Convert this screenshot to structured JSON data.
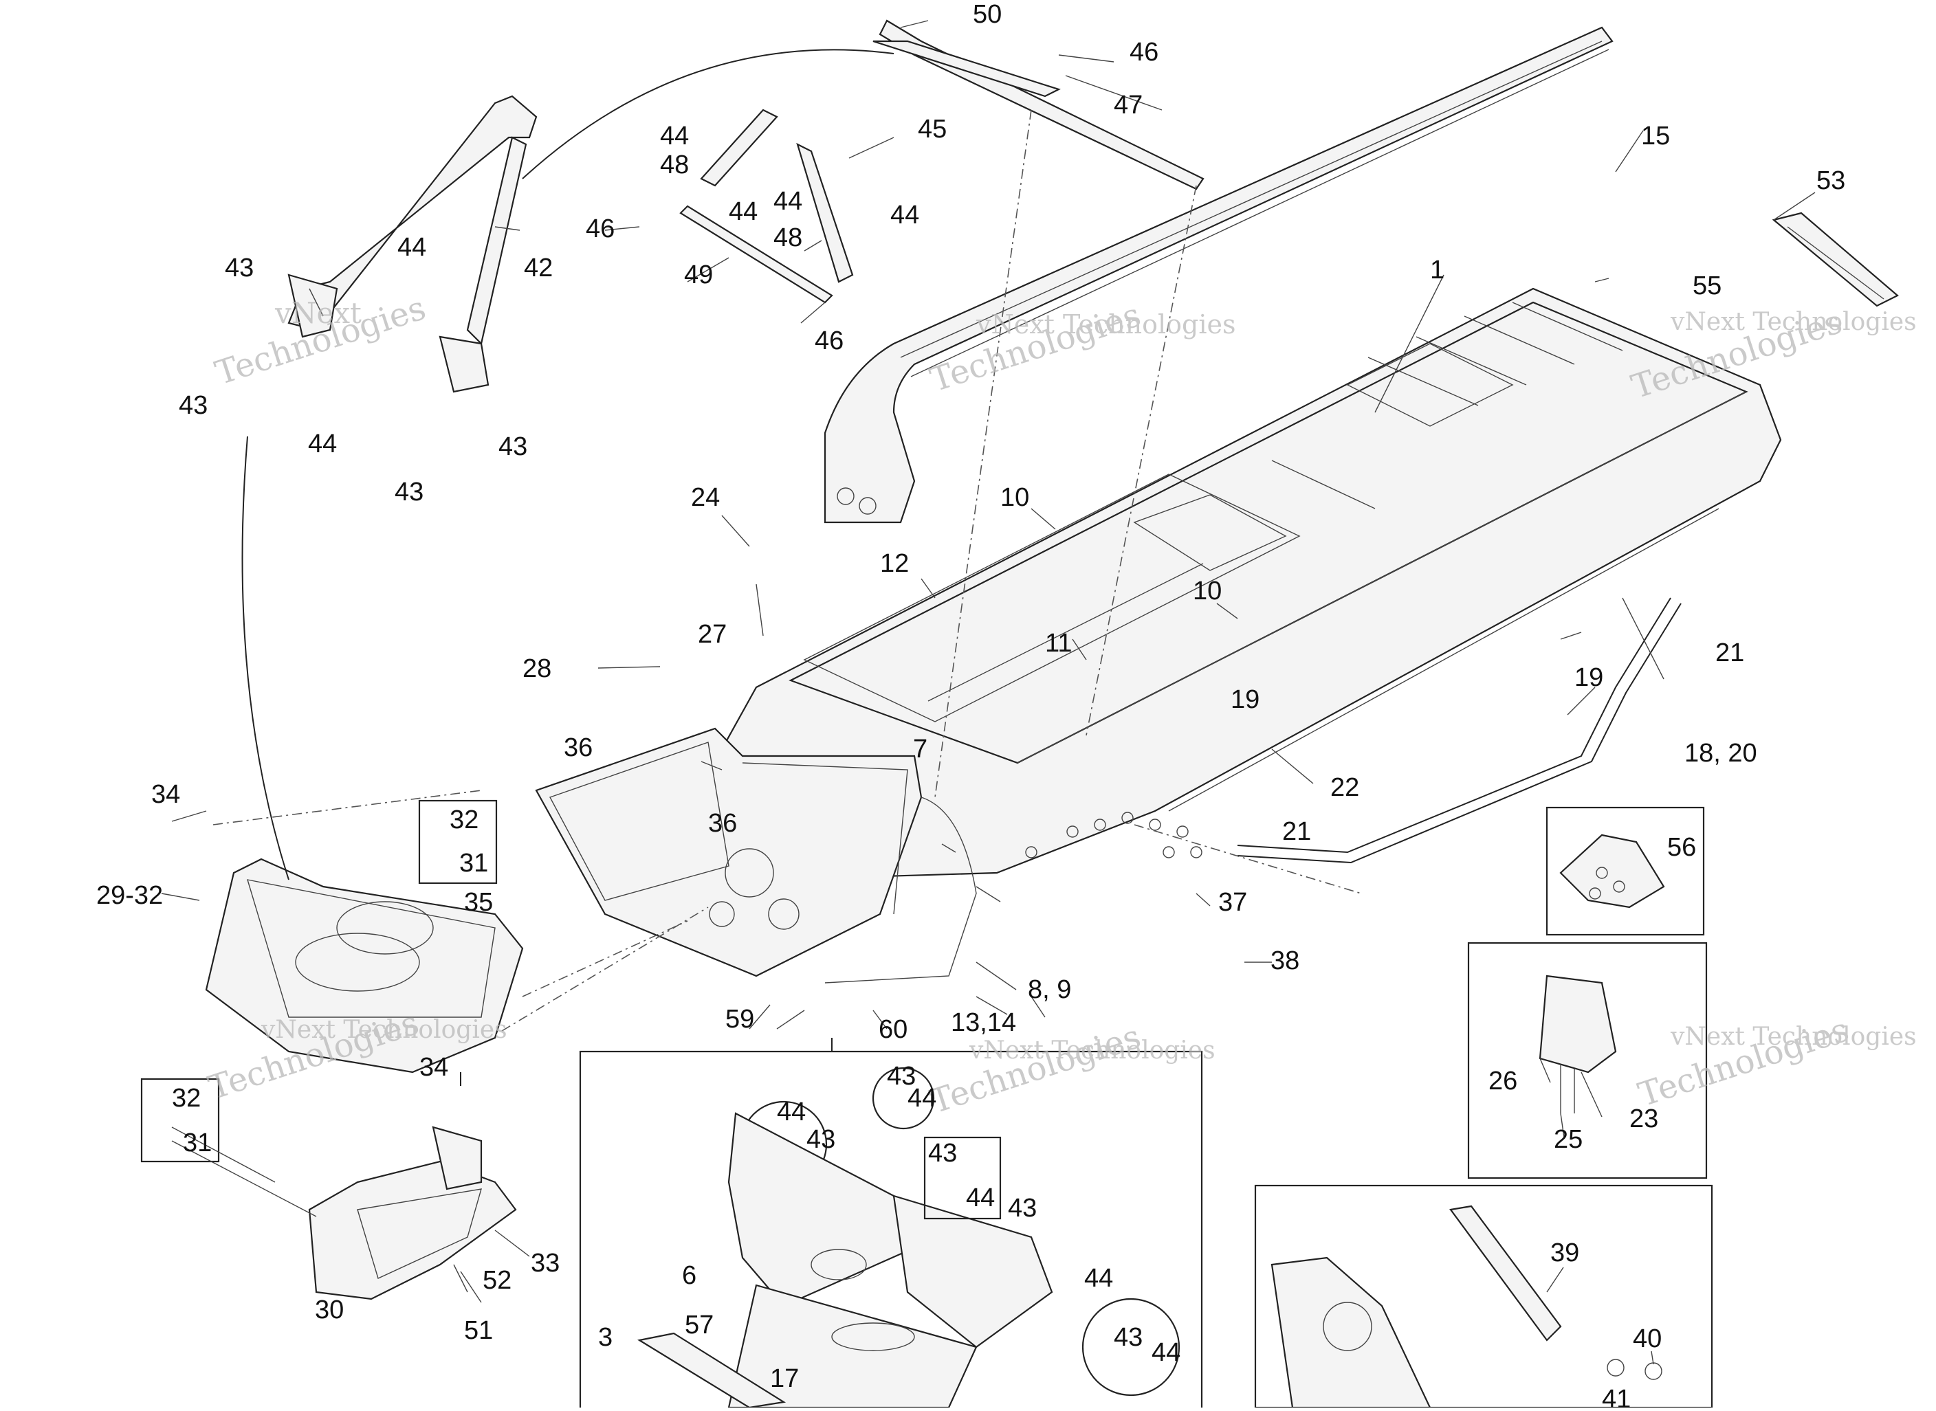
{
  "watermark": {
    "text_a": "vNext",
    "text_b": "Technologies",
    "text_full": "vNext Technologies"
  },
  "callouts": {
    "c1": "1",
    "c3": "3",
    "c6": "6",
    "c7": "7",
    "c8_9": "8, 9",
    "c10a": "10",
    "c10b": "10",
    "c11": "11",
    "c12": "12",
    "c13_14": "13,14",
    "c15": "15",
    "c17": "17",
    "c18_20": "18, 20",
    "c19a": "19",
    "c19b": "19",
    "c21a": "21",
    "c21b": "21",
    "c22": "22",
    "c23": "23",
    "c24": "24",
    "c25": "25",
    "c26": "26",
    "c27": "27",
    "c28": "28",
    "c29_32": "29-32",
    "c30": "30",
    "c31a": "31",
    "c31b": "31",
    "c32a": "32",
    "c32b": "32",
    "c33": "33",
    "c34a": "34",
    "c34b": "34",
    "c35": "35",
    "c36a": "36",
    "c36b": "36",
    "c37": "37",
    "c38": "38",
    "c39": "39",
    "c40": "40",
    "c41": "41",
    "c42": "42",
    "c43a": "43",
    "c43b": "43",
    "c43c": "43",
    "c43d": "43",
    "c43e": "43",
    "c43f": "43",
    "c43g": "43",
    "c43h": "43",
    "c43i": "43",
    "c44a": "44",
    "c44b": "44",
    "c44c": "44",
    "c44d": "44",
    "c44e": "44",
    "c44f": "44",
    "c44g": "44",
    "c44h": "44",
    "c44i": "44",
    "c44j": "44",
    "c44k": "44",
    "c45": "45",
    "c46a": "46",
    "c46b": "46",
    "c46c": "46",
    "c47": "47",
    "c48a": "48",
    "c48b": "48",
    "c49": "49",
    "c50": "50",
    "c51": "51",
    "c52": "52",
    "c53": "53",
    "c55": "55",
    "c56": "56",
    "c57": "57",
    "c59": "59",
    "c60": "60"
  }
}
